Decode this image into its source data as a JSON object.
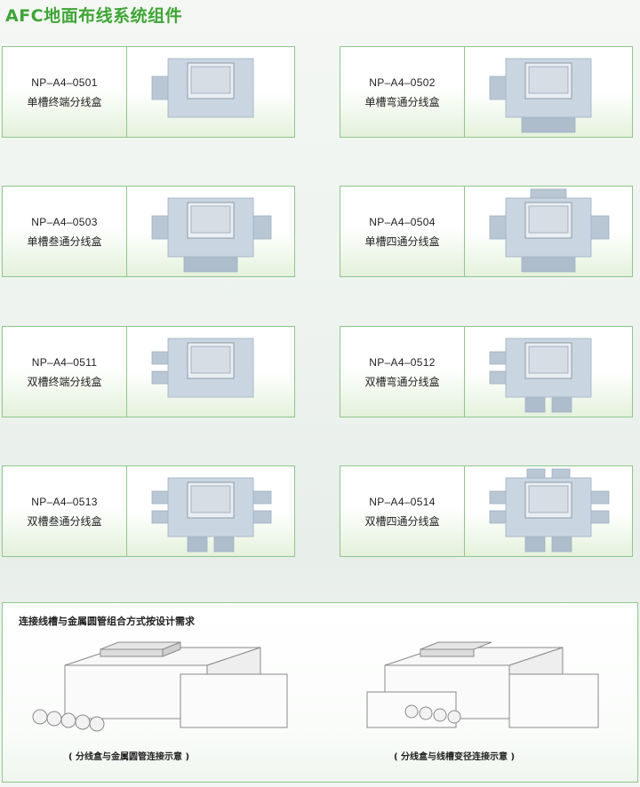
{
  "page": {
    "title": "AFC地面布线系统组件"
  },
  "products": [
    {
      "code": "NP–A4–0501",
      "name": "单槽终端分线盒",
      "variant": "single-end"
    },
    {
      "code": "NP–A4–0502",
      "name": "单槽弯通分线盒",
      "variant": "single-elbow"
    },
    {
      "code": "NP–A4–0503",
      "name": "单槽叁通分线盒",
      "variant": "single-tee"
    },
    {
      "code": "NP–A4–0504",
      "name": "单槽四通分线盒",
      "variant": "single-cross"
    },
    {
      "code": "NP–A4–0511",
      "name": "双槽终端分线盒",
      "variant": "double-end"
    },
    {
      "code": "NP–A4–0512",
      "name": "双槽弯通分线盒",
      "variant": "double-elbow"
    },
    {
      "code": "NP–A4–0513",
      "name": "双槽叁通分线盒",
      "variant": "double-tee"
    },
    {
      "code": "NP–A4–0514",
      "name": "双槽四通分线盒",
      "variant": "double-cross"
    }
  ],
  "connection": {
    "heading": "连接线槽与金属圆管组合方式按设计需求",
    "left_caption": "( 分线盒与金属圆管连接示意 )",
    "right_caption": "( 分线盒与线槽变径连接示意 )"
  },
  "colors": {
    "title_green": "#3fa535",
    "border_green": "#8fc68a",
    "metal": "#c9d6e2",
    "metal_dark": "#9fb0c2"
  }
}
